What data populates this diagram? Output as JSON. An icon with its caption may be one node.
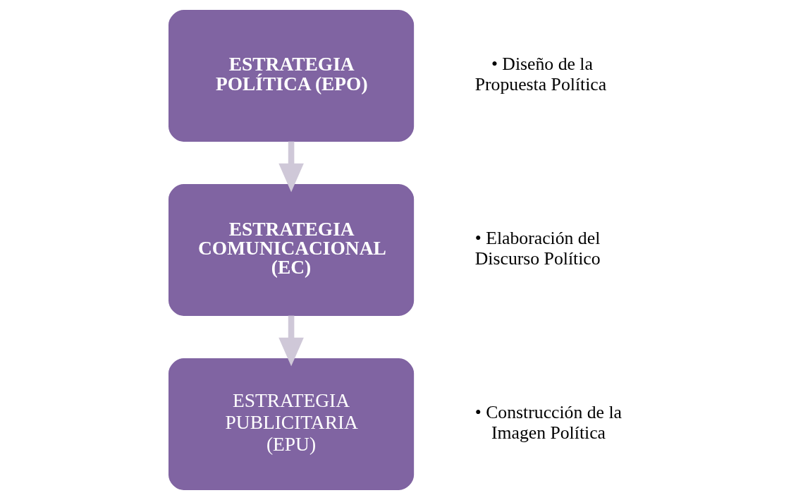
{
  "diagram": {
    "nodes": [
      {
        "text": [
          "ESTRATEGIA POLÍTICA (EPO)"
        ],
        "beside": [
          "• Diseño de la Propuesta Política"
        ]
      },
      {
        "text": [
          "ESTRATEGIA COMUNICACIONAL (EC)"
        ],
        "beside": [
          "• Elaboración del Discurso Político"
        ]
      },
      {
        "text": [
          "ESTRATEGIA PUBLICITARIA (EPU)"
        ],
        "beside": [
          "• Construcción de la Imagen Política"
        ]
      }
    ],
    "edges": [
      {
        "from": 0,
        "to": 1,
        "arrow": "to"
      },
      {
        "from": 1,
        "to": 2,
        "arrow": "to"
      }
    ]
  }
}
